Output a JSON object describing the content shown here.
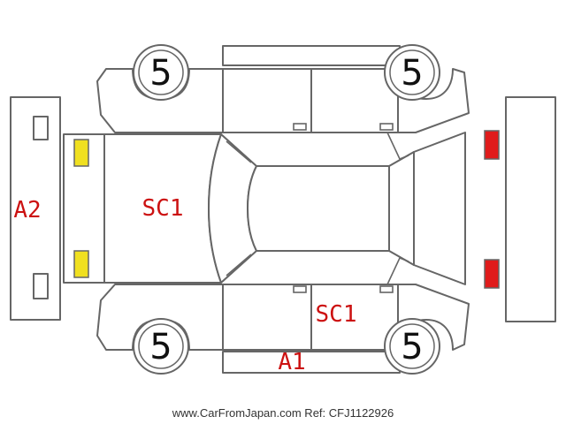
{
  "tire_tread": {
    "front_left": "5",
    "rear_left": "5",
    "front_right": "5",
    "rear_right": "5"
  },
  "damage_codes": {
    "rear_bumper": "A2",
    "roof": "SC1",
    "right_rear_door": "SC1",
    "right_side_sill": "A1"
  },
  "lights": {
    "rear_lamp_color": "#f0e020",
    "front_lamp_color": "#e01b1b"
  },
  "footer": "www.CarFromJapan.com Ref: CFJ1122926"
}
